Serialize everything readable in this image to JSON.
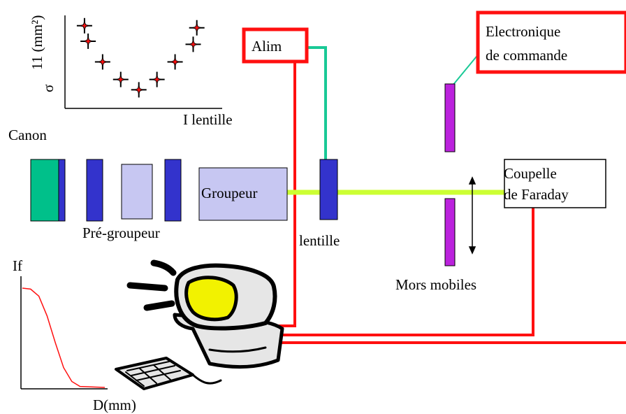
{
  "colors": {
    "red": "#ff1010",
    "green_link": "#19c996",
    "beam": "#ccff33",
    "blue_dark": "#3333cc",
    "lavender": "#c7c7f2",
    "teal": "#00c08a",
    "purple": "#bb22dd",
    "yellow": "#f2f200",
    "computer_gray": "#e6e6e6"
  },
  "labels": {
    "alim": "Alim",
    "electronique_line1": "Electronique",
    "electronique_line2": "de commande",
    "canon": "Canon",
    "pre_groupeur": "Pré-groupeur",
    "groupeur": "Groupeur",
    "lentille": "lentille",
    "coupelle_line1": "Coupelle",
    "coupelle_line2": "de Faraday",
    "mors_mobiles": "Mors mobiles"
  },
  "chart_data": [
    {
      "type": "scatter",
      "ylabel_line1": "11 (mm²)",
      "ylabel_line2": "σ",
      "xlabel": "I lentille",
      "marker": "star",
      "points": [
        {
          "x": 1,
          "y": 8.0
        },
        {
          "x": 1.2,
          "y": 6.5
        },
        {
          "x": 2,
          "y": 4.5
        },
        {
          "x": 3,
          "y": 2.8
        },
        {
          "x": 4,
          "y": 1.8
        },
        {
          "x": 5,
          "y": 2.8
        },
        {
          "x": 6,
          "y": 4.5
        },
        {
          "x": 7,
          "y": 6.2
        },
        {
          "x": 7.2,
          "y": 7.8
        }
      ]
    },
    {
      "type": "line",
      "ylabel": "If",
      "xlabel": "D(mm)",
      "shape": "decreasing sigmoid",
      "points": [
        {
          "x": 0.0,
          "y": 1.0
        },
        {
          "x": 0.1,
          "y": 0.99
        },
        {
          "x": 0.2,
          "y": 0.92
        },
        {
          "x": 0.3,
          "y": 0.72
        },
        {
          "x": 0.4,
          "y": 0.45
        },
        {
          "x": 0.5,
          "y": 0.2
        },
        {
          "x": 0.6,
          "y": 0.06
        },
        {
          "x": 0.7,
          "y": 0.01
        },
        {
          "x": 1.0,
          "y": 0.0
        }
      ]
    }
  ]
}
